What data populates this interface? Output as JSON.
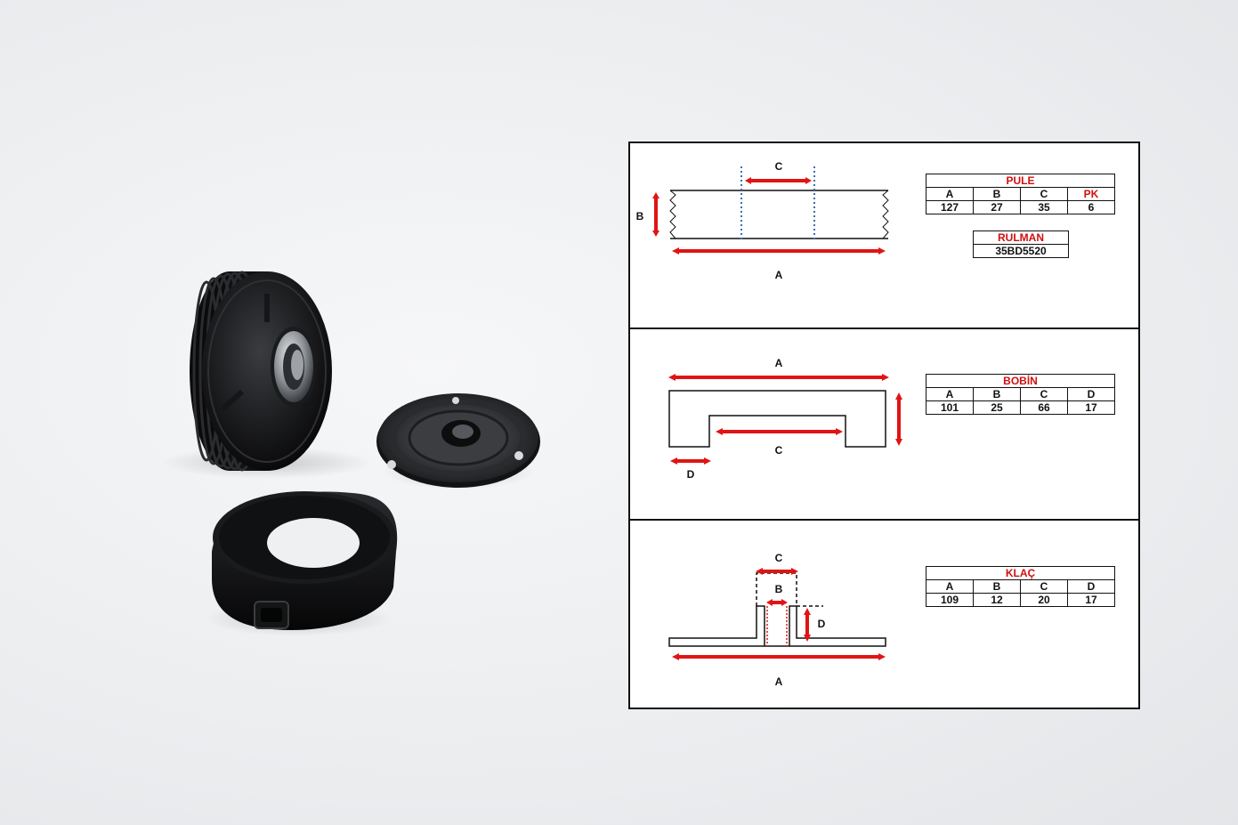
{
  "pule": {
    "title": "PULE",
    "headers": [
      "A",
      "B",
      "C",
      "PK"
    ],
    "values": [
      "127",
      "27",
      "35",
      "6"
    ],
    "diagram_labels": {
      "a": "A",
      "b": "B",
      "c": "C"
    }
  },
  "rulman": {
    "title": "RULMAN",
    "value": "35BD5520"
  },
  "bobin": {
    "title": "BOBİN",
    "headers": [
      "A",
      "B",
      "C",
      "D"
    ],
    "values": [
      "101",
      "25",
      "66",
      "17"
    ],
    "diagram_labels": {
      "a": "A",
      "c": "C",
      "d": "D"
    }
  },
  "klac": {
    "title": "KLAÇ",
    "headers": [
      "A",
      "B",
      "C",
      "D"
    ],
    "values": [
      "109",
      "12",
      "20",
      "17"
    ],
    "diagram_labels": {
      "a": "A",
      "b": "B",
      "c": "C",
      "d": "D"
    }
  },
  "colors": {
    "dimension_arrow": "#e01414",
    "title_text": "#d10f0f",
    "guide_line": "#3b6fb0"
  }
}
